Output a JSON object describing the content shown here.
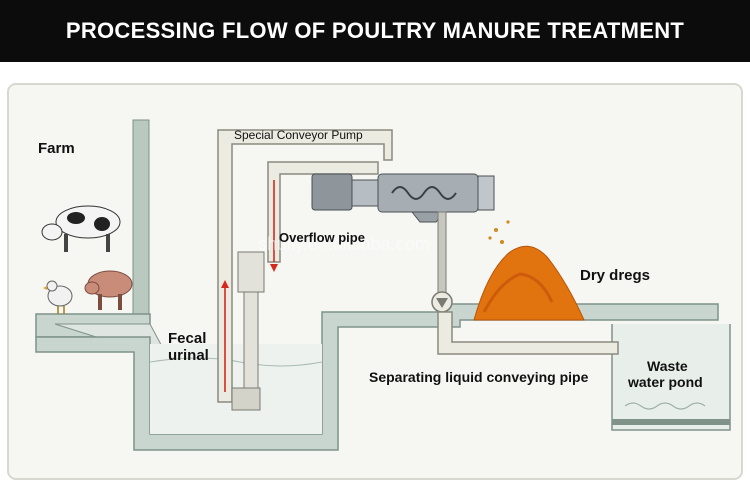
{
  "header": {
    "title": "PROCESSING FLOW OF POULTRY MANURE TREATMENT"
  },
  "labels": {
    "farm": "Farm",
    "pump": "Special Conveyor Pump",
    "overflow": "Overflow pipe",
    "fecal": [
      "Fecal",
      "urinal"
    ],
    "dry_dregs": "Dry dregs",
    "separating": "Separating liquid conveying pipe",
    "waste": [
      "Waste",
      "water pond"
    ]
  },
  "watermark": "shuliy.en.alibaba.com",
  "colors": {
    "banner_bg": "#0c0c0c",
    "panel_bg": "#f6f6f2",
    "channel_fill": "#c9d6cf",
    "channel_stroke": "#7f9389",
    "pipe_fill": "#ecebe2",
    "pipe_stroke": "#8a8a80",
    "flow_arrow": "#d42a1e",
    "dregs": "#e2740f"
  }
}
